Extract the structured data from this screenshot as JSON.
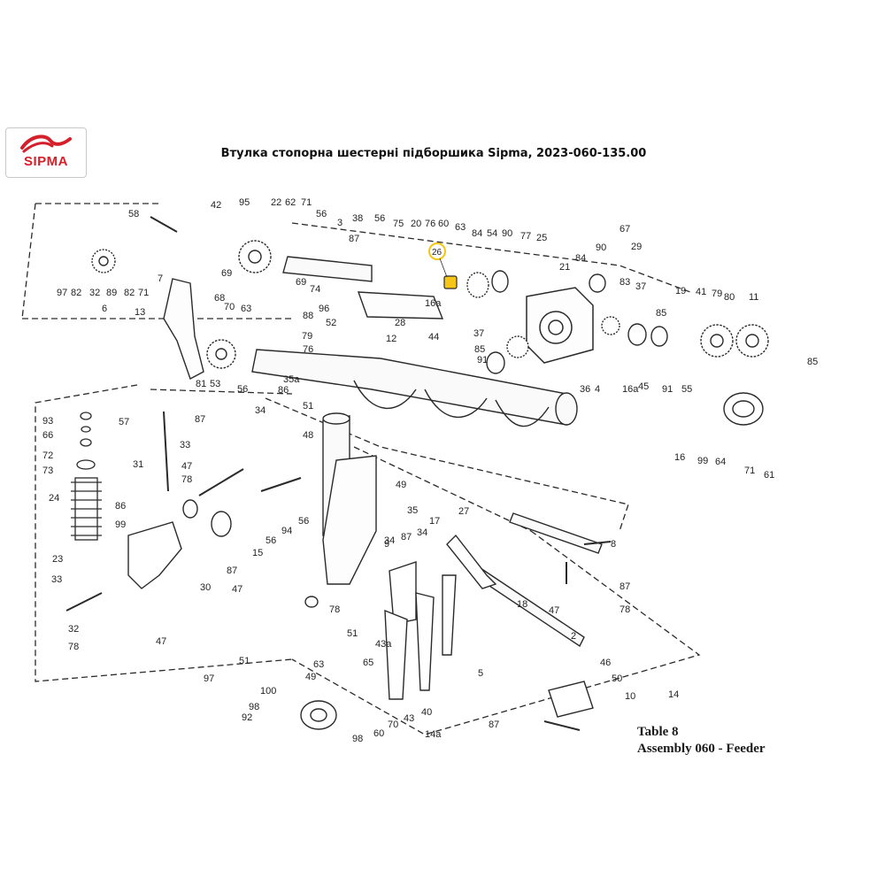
{
  "header": {
    "logo_text": "SIPMA",
    "title": "Втулка стопорна шестерні підборшика Sipma, 2023-060-135.00"
  },
  "caption": {
    "table": "Table 8",
    "assembly": "Assembly 060 - Feeder"
  },
  "highlight": {
    "label": "26",
    "color": "#f5c518"
  },
  "colors": {
    "brand": "#d4202a",
    "ink": "#2a2a2a"
  },
  "part_labels": [
    "58",
    "42",
    "95",
    "22",
    "62",
    "71",
    "56",
    "3",
    "38",
    "56",
    "75",
    "20",
    "76",
    "60",
    "63",
    "84",
    "54",
    "90",
    "77",
    "25",
    "67",
    "97",
    "82",
    "32",
    "89",
    "82",
    "71",
    "7",
    "6",
    "13",
    "69",
    "68",
    "70",
    "63",
    "69",
    "74",
    "88",
    "96",
    "52",
    "87",
    "28",
    "16a",
    "79",
    "37",
    "44",
    "85",
    "91",
    "36",
    "21",
    "84",
    "90",
    "83",
    "29",
    "37",
    "85",
    "19",
    "41",
    "79",
    "80",
    "11",
    "76",
    "35a",
    "86",
    "81",
    "53",
    "56",
    "12",
    "4",
    "16a",
    "45",
    "91",
    "55",
    "85",
    "93",
    "66",
    "72",
    "73",
    "24",
    "57",
    "31",
    "86",
    "87",
    "33",
    "47",
    "78",
    "34",
    "51",
    "48",
    "49",
    "16",
    "99",
    "64",
    "71",
    "61",
    "99",
    "23",
    "34",
    "87",
    "30",
    "56",
    "94",
    "56",
    "35",
    "9",
    "87",
    "34",
    "17",
    "27",
    "8",
    "33",
    "32",
    "78",
    "47",
    "15",
    "47",
    "78",
    "51",
    "43a",
    "65",
    "43",
    "40",
    "18",
    "87",
    "78",
    "47",
    "5",
    "51",
    "97",
    "100",
    "98",
    "92",
    "98",
    "60",
    "70",
    "63",
    "49",
    "14a",
    "2",
    "46",
    "50",
    "10",
    "87",
    "14",
    "1"
  ]
}
